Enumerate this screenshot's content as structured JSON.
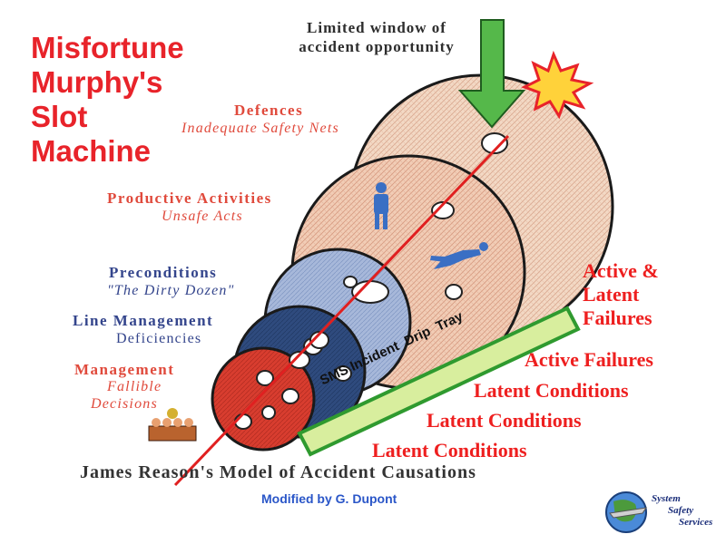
{
  "title": {
    "line1": "Misfortune",
    "line2": "Murphy's",
    "line3": "Slot",
    "line4": "Machine"
  },
  "window_caption": {
    "line1": "Limited window of",
    "line2": "accident opportunity"
  },
  "layers": {
    "defences": {
      "title": "Defences",
      "subtitle": "Inadequate Safety Nets"
    },
    "productive": {
      "title": "Productive Activities",
      "subtitle": "Unsafe Acts"
    },
    "preconditions": {
      "title": "Preconditions",
      "subtitle": "\"The Dirty Dozen\""
    },
    "line_mgmt": {
      "title": "Line Management",
      "subtitle": "Deficiencies"
    },
    "management": {
      "title": "Management",
      "subtitle1": "Fallible",
      "subtitle2": "Decisions"
    }
  },
  "failures": {
    "active_latent_1": "Active &",
    "active_latent_2": "Latent",
    "active_latent_3": "Failures",
    "active": "Active Failures",
    "latent1": "Latent Conditions",
    "latent2": "Latent Conditions",
    "latent3": "Latent Conditions"
  },
  "drip_tray": "SMS Incident  Drip  Tray",
  "bottom_title": "James Reason's Model of Accident Causations",
  "credit": "Modified by G. Dupont",
  "logo": {
    "line1": "System",
    "line2": "Safety",
    "line3": "Services"
  },
  "colors": {
    "title_red": "#e8232a",
    "arrow_green": "#55b84a",
    "tray_green": "#2f9a2f",
    "tray_fill": "#d8ee9e",
    "disc_large": "#f2d6c2",
    "disc_mid": "#f3cdb8",
    "disc_blue_light": "#9eb1d6",
    "disc_blue_dark": "#2e4a7c",
    "disc_red": "#d63a2c"
  }
}
